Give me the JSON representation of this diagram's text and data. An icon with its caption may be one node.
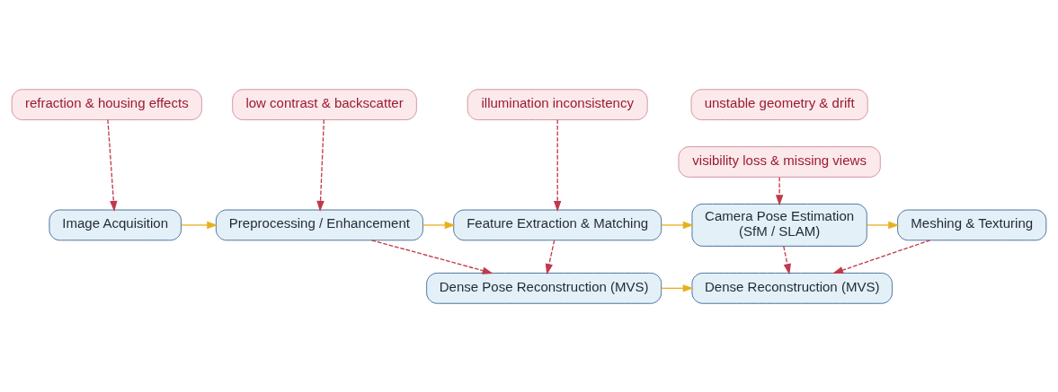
{
  "diagram": {
    "nodes": [
      {
        "text": [
          "refraction & housing effects"
        ]
      },
      {
        "text": [
          "low contrast & backscatter"
        ]
      },
      {
        "text": [
          "illumination inconsistency"
        ]
      },
      {
        "text": [
          "unstable geometry & drift"
        ]
      },
      {
        "text": [
          "visibility loss & missing views"
        ]
      },
      {
        "text": [
          "Image Acquisition"
        ]
      },
      {
        "text": [
          "Preprocessing / Enhancement"
        ]
      },
      {
        "text": [
          "Feature Extraction & Matching"
        ]
      },
      {
        "text": [
          "Camera Pose Estimation",
          "(SfM / SLAM)"
        ]
      },
      {
        "text": [
          "Meshing & Texturing"
        ]
      },
      {
        "text": [
          "Dense Pose Reconstruction (MVS)"
        ]
      },
      {
        "text": [
          "Dense Reconstruction (MVS)"
        ]
      }
    ],
    "edges": [
      {
        "from": 0,
        "to": 5,
        "arrow": "to",
        "style": "dashed",
        "color": "#c0394b"
      },
      {
        "from": 1,
        "to": 6,
        "arrow": "to",
        "style": "dashed",
        "color": "#c0394b"
      },
      {
        "from": 2,
        "to": 7,
        "arrow": "to",
        "style": "dashed",
        "color": "#c0394b"
      },
      {
        "from": 4,
        "to": 8,
        "arrow": "to",
        "style": "dashed",
        "color": "#c0394b"
      },
      {
        "from": 5,
        "to": 6,
        "arrow": "to",
        "color": "#e8b020"
      },
      {
        "from": 6,
        "to": 7,
        "arrow": "to",
        "color": "#e8b020"
      },
      {
        "from": 7,
        "to": 8,
        "arrow": "to",
        "color": "#e8b020"
      },
      {
        "from": 8,
        "to": 9,
        "arrow": "to",
        "color": "#e8b020"
      },
      {
        "from": 6,
        "to": 10,
        "arrow": "to",
        "style": "dashed",
        "color": "#c0394b"
      },
      {
        "from": 7,
        "to": 10,
        "arrow": "to",
        "style": "dashed",
        "color": "#c0394b"
      },
      {
        "from": 8,
        "to": 11,
        "arrow": "to",
        "style": "dashed",
        "color": "#c0394b"
      },
      {
        "from": 9,
        "to": 11,
        "arrow": "to",
        "style": "dashed",
        "color": "#c0394b"
      },
      {
        "from": 10,
        "to": 11,
        "arrow": "to",
        "color": "#e8b020"
      }
    ]
  }
}
